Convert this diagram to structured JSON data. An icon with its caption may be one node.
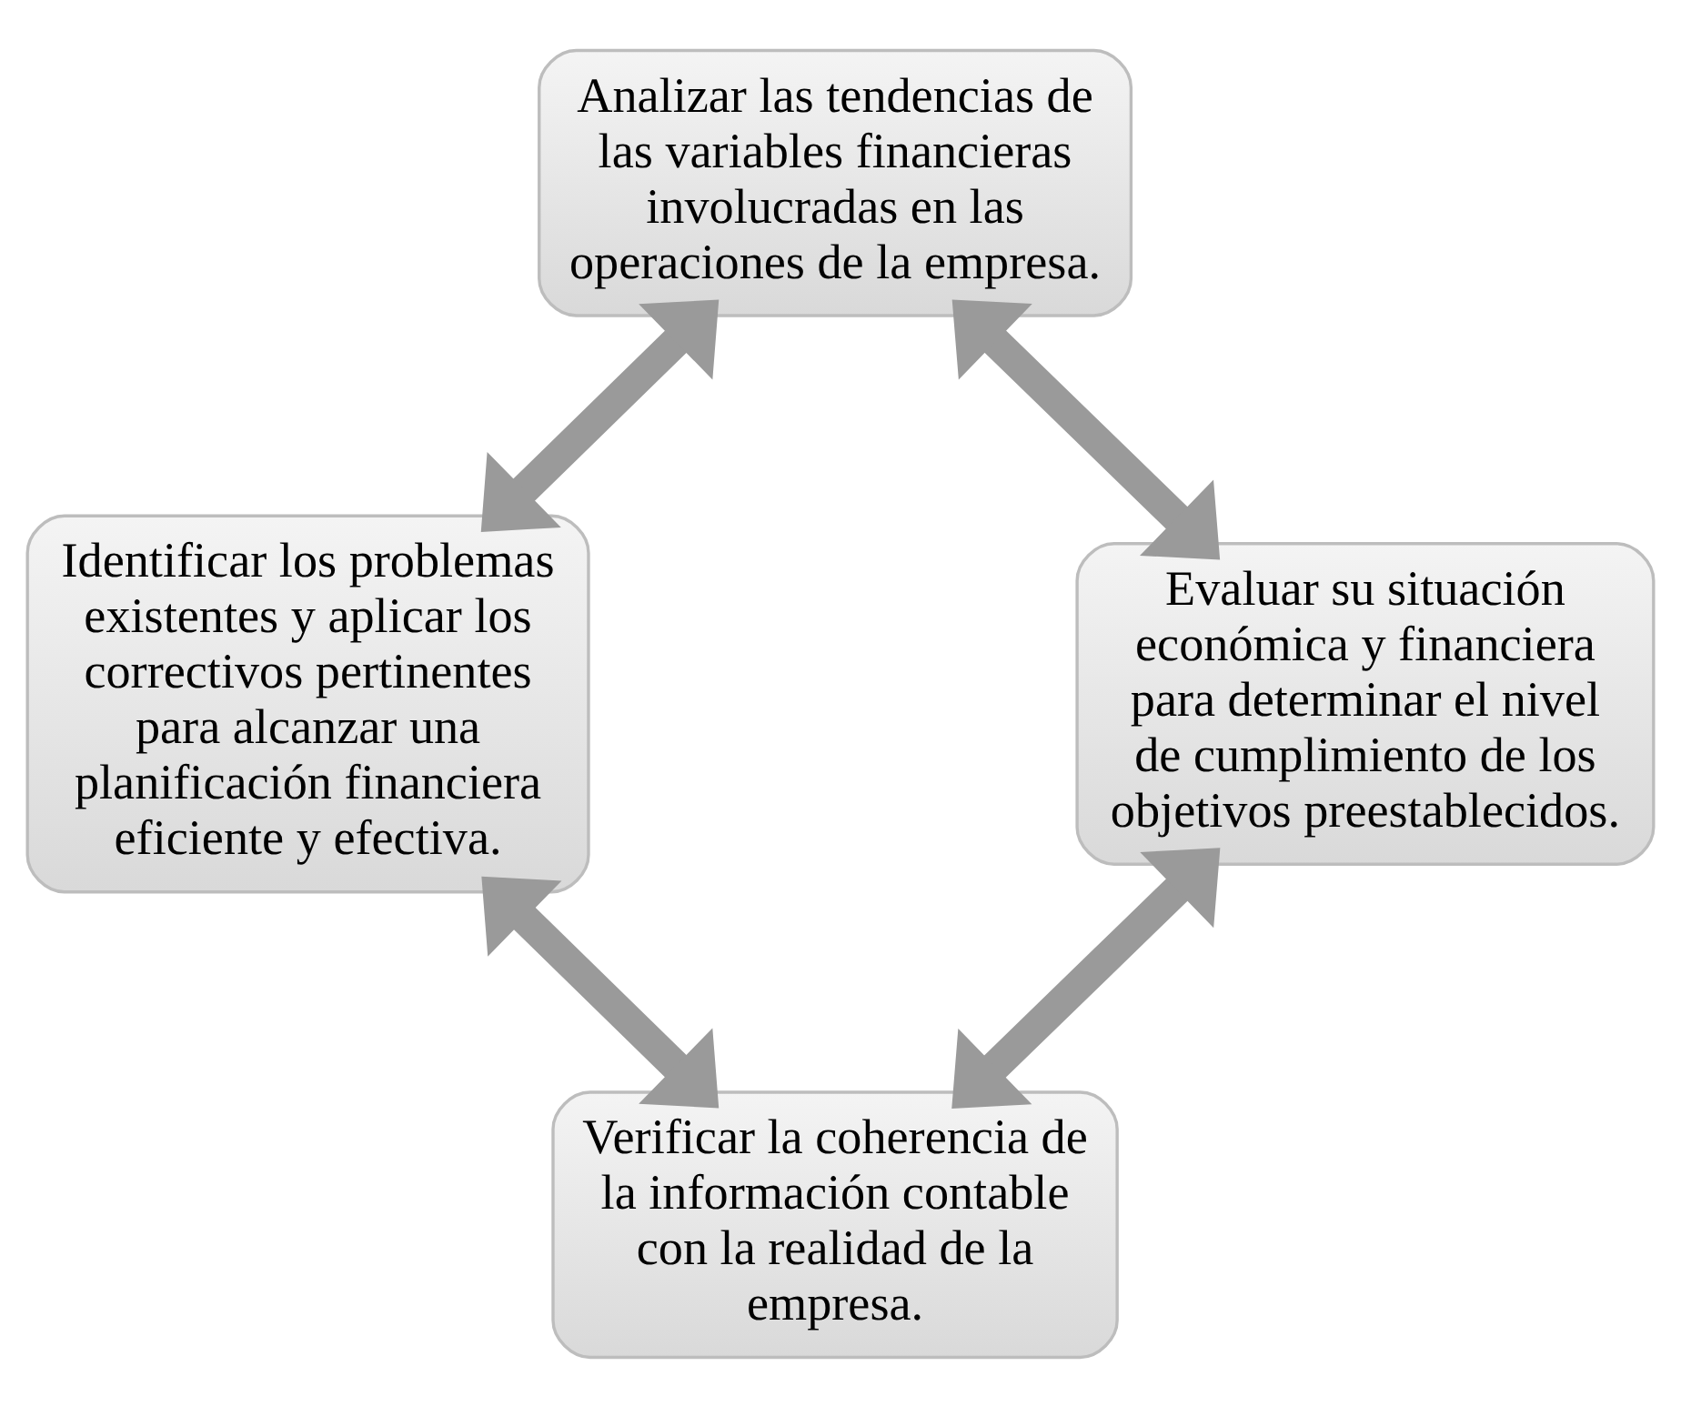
{
  "diagram": {
    "nodes": [
      {
        "text": [
          "Analizar las tendencias de las variables financieras involucradas en las operaciones de la empresa."
        ]
      },
      {
        "text": [
          "Identificar los problemas existentes y aplicar los correctivos pertinentes para alcanzar una planificación financiera eficiente y efectiva."
        ]
      },
      {
        "text": [
          "Evaluar su situación económica y financiera para determinar el nivel de cumplimiento de los objetivos preestablecidos."
        ]
      },
      {
        "text": [
          "Verificar la coherencia de la información contable con la realidad de la empresa."
        ]
      }
    ],
    "edges": [
      {
        "from": 0,
        "to": 1,
        "arrow": "both"
      },
      {
        "from": 0,
        "to": 2,
        "arrow": "both"
      },
      {
        "from": 1,
        "to": 3,
        "arrow": "both"
      },
      {
        "from": 2,
        "to": 3,
        "arrow": "both"
      }
    ]
  }
}
